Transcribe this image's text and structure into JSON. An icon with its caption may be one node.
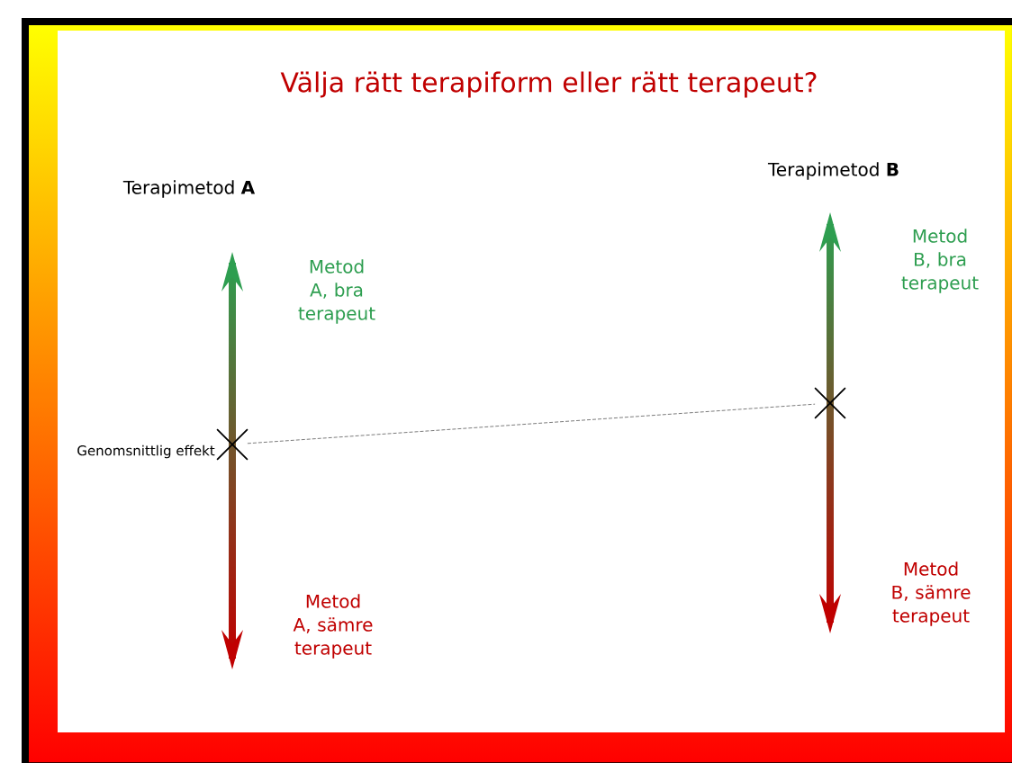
{
  "diagram": {
    "title": "Välja rätt terapiform eller rätt terapeut?",
    "nodes": [
      {
        "text": [],
        "shape": "cross",
        "beside": [
          "Genomsnittlig effekt"
        ]
      },
      {
        "text": [],
        "shape": "cross"
      }
    ],
    "edges": [
      {
        "from": 0,
        "to": 1,
        "arrow": "none",
        "style": "dashed"
      }
    ],
    "labels": [
      "Terapimetod **A**",
      "Terapimetod **B**",
      "Metod B, bra terapeut",
      "Metod A, bra terapeut",
      "Metod B, sämre terapeut",
      "Metod A, sämre terapeut"
    ]
  }
}
